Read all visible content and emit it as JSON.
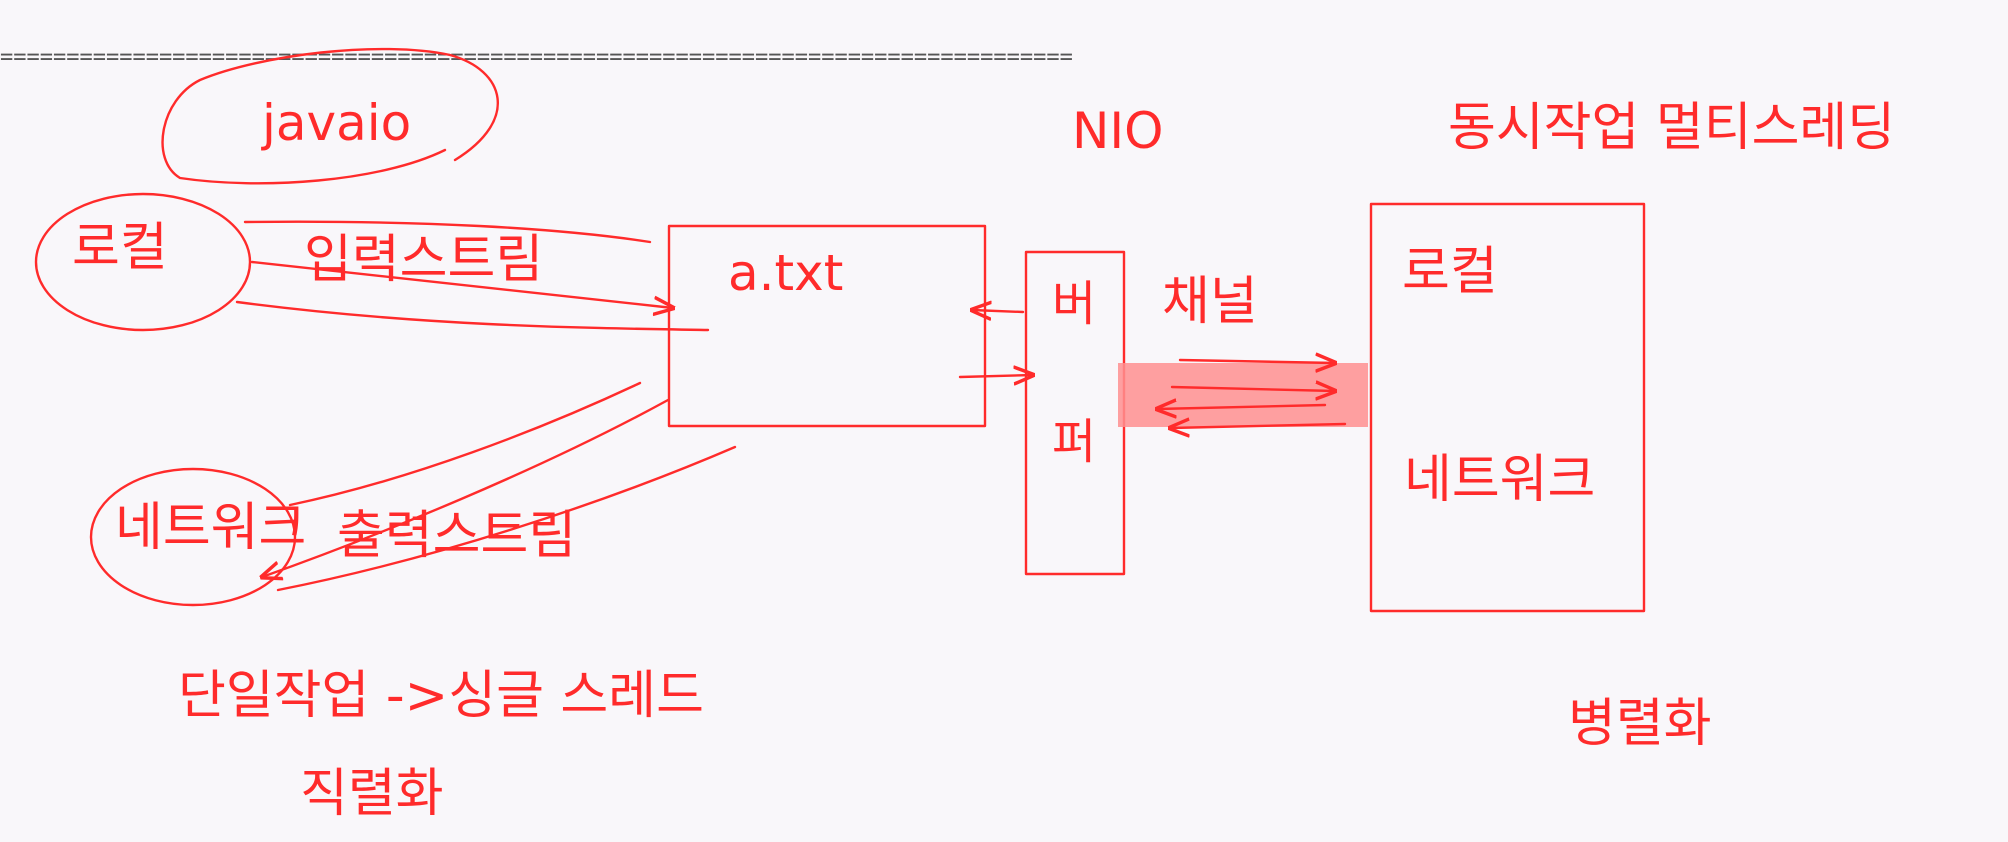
{
  "divider": "=================================================================================",
  "left": {
    "javaio": "javaio",
    "local": "로컬",
    "input_stream": "입력스트림",
    "file": "a.txt",
    "network": "네트워크",
    "output_stream": "출력스트림",
    "single_task": "단일작업  ->싱글 스레드",
    "serialization": "직렬화"
  },
  "right": {
    "nio": "NIO",
    "concurrent": "동시작업  멀티스레딩",
    "buffer_top": "버",
    "buffer_bottom": "퍼",
    "channel": "채널",
    "local": "로컬",
    "network": "네트워크",
    "parallelization": "병렬화"
  },
  "colors": {
    "ink": "#ff2b2b",
    "highlight": "#ff8f8f",
    "background": "#f9f7fa",
    "divider": "#555555"
  }
}
